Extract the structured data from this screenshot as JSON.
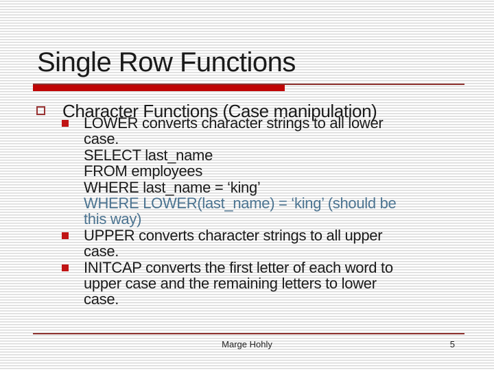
{
  "slide": {
    "title": "Single Row Functions",
    "heading": "Character Functions (Case manipulation)",
    "body_lines": [
      {
        "text": "LOWER converts character strings to all lower",
        "bullet": true,
        "color": "black"
      },
      {
        "text": "case.",
        "bullet": false,
        "color": "black"
      },
      {
        "text": "SELECT last_name",
        "bullet": false,
        "color": "black"
      },
      {
        "text": "FROM employees",
        "bullet": false,
        "color": "black"
      },
      {
        "text": "WHERE last_name = ‘king’",
        "bullet": false,
        "color": "black"
      },
      {
        "text": "WHERE LOWER(last_name) = ‘king’ (should be",
        "bullet": false,
        "color": "blue"
      },
      {
        "text": "this way)",
        "bullet": false,
        "color": "blue"
      },
      {
        "text": "UPPER converts character strings to all upper",
        "bullet": true,
        "color": "black"
      },
      {
        "text": "case.",
        "bullet": false,
        "color": "black"
      },
      {
        "text": "INITCAP converts the first letter of each word to",
        "bullet": true,
        "color": "black"
      },
      {
        "text": "upper case and the remaining letters to lower",
        "bullet": false,
        "color": "black"
      },
      {
        "text": "case.",
        "bullet": false,
        "color": "black"
      }
    ],
    "footer": {
      "author": "Marge Hohly",
      "page_number": "5"
    },
    "colors": {
      "accent_bar": "#c00505",
      "rule_line": "#8c2f2c",
      "bullet_filled": "#c01414",
      "bullet_outline": "#993333",
      "body_text": "#1a1a1a",
      "highlight_text": "#4b7390",
      "stripe": "#d9d9d9"
    }
  }
}
